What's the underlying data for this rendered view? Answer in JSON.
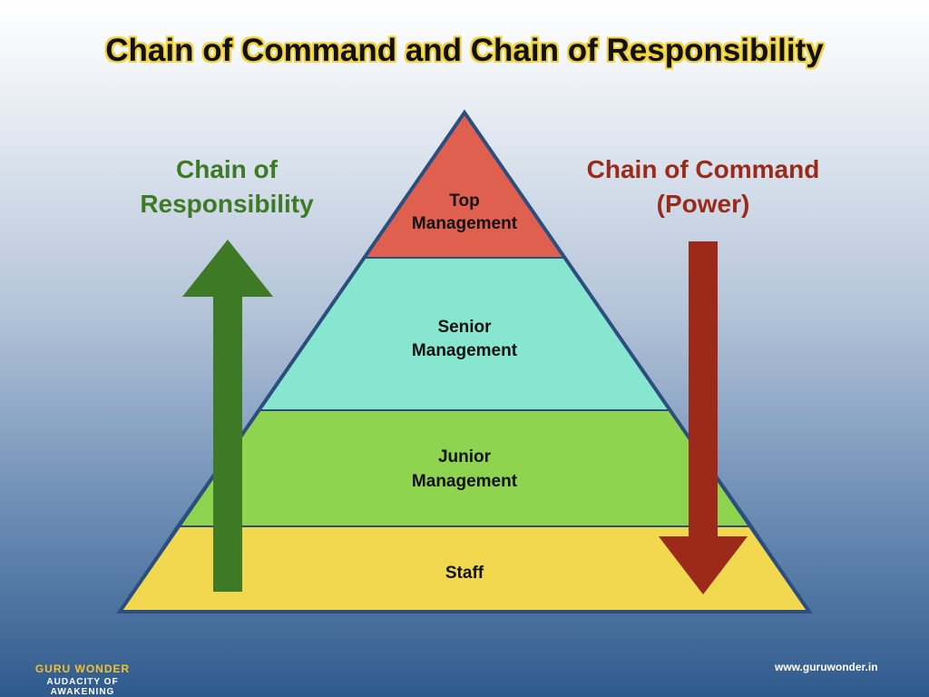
{
  "title": "Chain of Command  and Chain of Responsibility",
  "pyramid": {
    "tiers": [
      {
        "lines": [
          "Top",
          "Management"
        ],
        "color": "#e06050"
      },
      {
        "lines": [
          "Senior",
          "Management"
        ],
        "color": "#86e6d0"
      },
      {
        "lines": [
          "Junior",
          "Management"
        ],
        "color": "#8fd44e"
      },
      {
        "lines": [
          "Staff"
        ],
        "color": "#f2d84e"
      }
    ],
    "outline_color": "#2c4e7e"
  },
  "responsibility": {
    "label_lines": [
      "Chain of",
      "Responsibility"
    ],
    "color": "#3e7a25",
    "arrow_direction": "up"
  },
  "command": {
    "label_lines": [
      "Chain of Command",
      "(Power)"
    ],
    "color": "#9b2a1a",
    "arrow_direction": "down"
  },
  "branding": {
    "name": "GURU WONDER",
    "tagline": "AUDACITY OF AWAKENING",
    "website": "www.guruwonder.in"
  }
}
